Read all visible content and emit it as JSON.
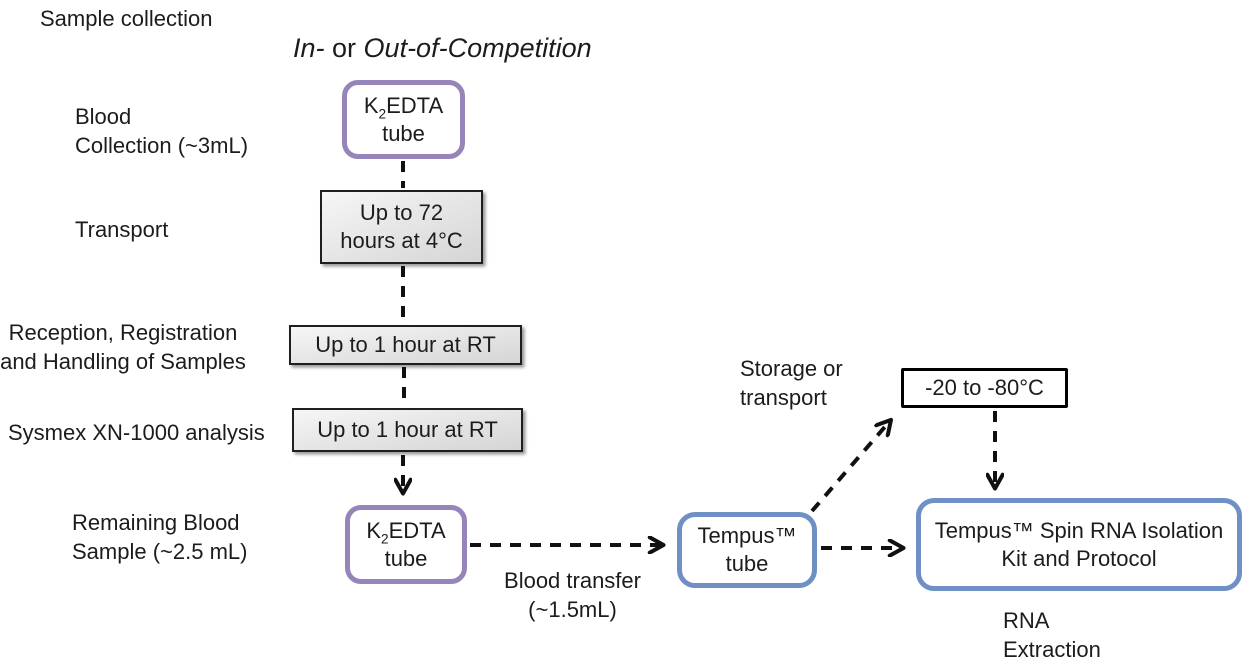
{
  "header": {
    "stage_label": "Sample collection",
    "title_italic1": "In-",
    "title_plain": " or ",
    "title_italic2": "Out-of-Competition"
  },
  "stages": {
    "blood_collection": {
      "lines": [
        "Blood",
        "Collection (~3mL)"
      ]
    },
    "transport": {
      "lines": [
        "Transport"
      ]
    },
    "reception": {
      "lines": [
        "Reception, Registration",
        "and Handling of Samples"
      ]
    },
    "sysmex": {
      "lines": [
        "Sysmex XN-1000 analysis"
      ]
    },
    "remaining": {
      "lines": [
        "Remaining Blood",
        "Sample (~2.5 mL)"
      ]
    }
  },
  "annotations": {
    "blood_transfer": {
      "lines": [
        "Blood transfer",
        "(~1.5mL)"
      ]
    },
    "storage": {
      "lines": [
        "Storage or",
        "transport"
      ]
    },
    "rna_extraction": {
      "lines": [
        "RNA",
        "Extraction"
      ]
    }
  },
  "boxes": {
    "kedta_top": {
      "prefix": "K",
      "sub": "2",
      "rest": "EDTA",
      "line2": "tube"
    },
    "transport_time": {
      "lines": [
        "Up to 72",
        "hours at 4°C"
      ]
    },
    "reception_time": {
      "text": "Up to 1 hour at RT"
    },
    "analysis_time": {
      "text": "Up to 1 hour at RT"
    },
    "kedta_bottom": {
      "prefix": "K",
      "sub": "2",
      "rest": "EDTA",
      "line2": "tube"
    },
    "tempus_tube": {
      "lines": [
        "Tempus™",
        "tube"
      ]
    },
    "freezer": {
      "text": "-20 to -80°C"
    },
    "isolation_kit": {
      "lines": [
        "Tempus™ Spin RNA Isolation",
        "Kit and Protocol"
      ]
    }
  },
  "colors": {
    "purple_border": "#9784ba",
    "blue_border": "#6f8fc5",
    "gray_fill_top": "#f6f6f6",
    "gray_fill_bottom": "#d5d5d5",
    "connector_color": "#111111"
  }
}
